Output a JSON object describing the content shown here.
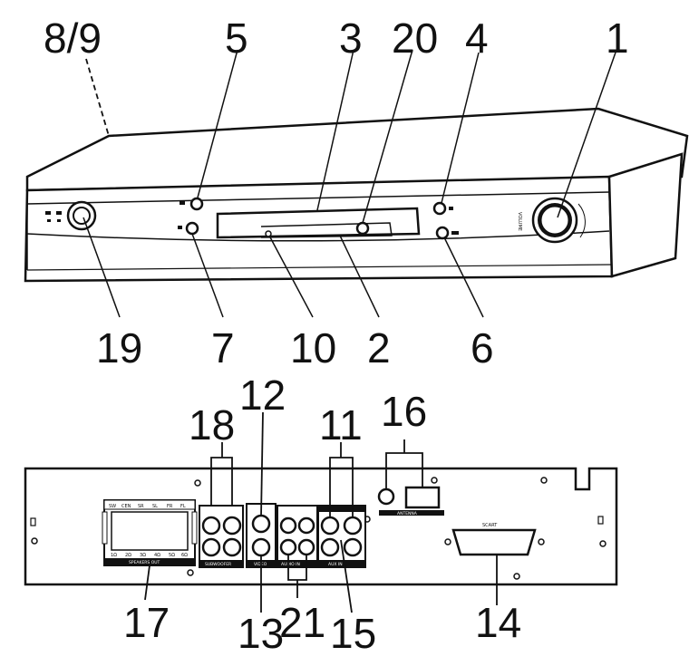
{
  "callouts": {
    "c1": "1",
    "c2": "2",
    "c3": "3",
    "c4": "4",
    "c5": "5",
    "c6": "6",
    "c7": "7",
    "c8_9": "8/9",
    "c10": "10",
    "c11": "11",
    "c12": "12",
    "c13": "13",
    "c14": "14",
    "c15": "15",
    "c16": "16",
    "c17": "17",
    "c18": "18",
    "c19": "19",
    "c20": "20",
    "c21": "21"
  },
  "front_panel": {
    "volume_label": "VOLUME"
  },
  "rear_panel": {
    "speaker_top_labels": [
      "SW",
      "CEN",
      "SR",
      "SL",
      "FR",
      "FL"
    ],
    "speaker_bottom_labels": [
      "1Ω",
      "2Ω",
      "3Ω",
      "4Ω",
      "5Ω",
      "6Ω"
    ],
    "speaker_out_label": "SPEAKERS OUT",
    "subwoofer_label": "SUBWOOFER",
    "video_label": "VIDEO",
    "audio_in_label": "AUDIO IN",
    "aux_label": "AUX IN",
    "antenna_label": "ANTENNA",
    "scart_label": "SCART"
  }
}
